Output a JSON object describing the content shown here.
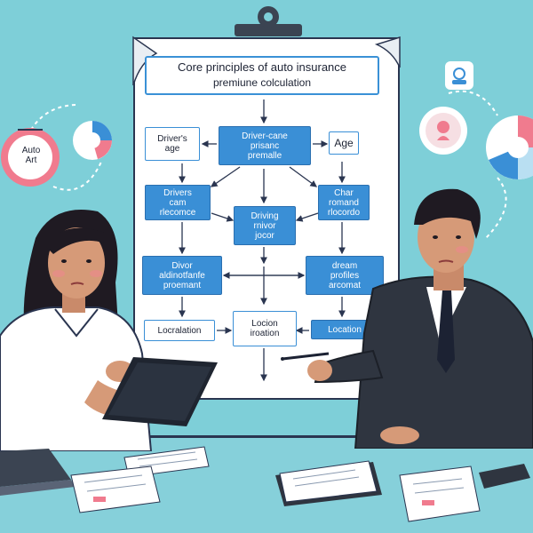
{
  "board": {
    "title_line1": "Core principles  of auto insurance",
    "title_line2": "premiune colculation",
    "boxes": {
      "drivers_age": "Driver's\nage",
      "driver_cane": "Driver-cane\nprisanc\npremalle",
      "age": "Age",
      "drivers_cam": "Drivers\ncam\nrlecomce",
      "char_record": "Char\nromand\nrlocordo",
      "driving_record": "Driving\nrnivor\njocor",
      "driver_adl": "Divor\naldinotfanfe\nproemant",
      "dream_profiles": "dream\nprofiles\narcomat",
      "locralation": "Locralation",
      "location_center": "Locion\niroation",
      "location_right": "Location"
    }
  },
  "badge": {
    "text": "Auto\nArt"
  },
  "colors": {
    "background": "#7ecfd8",
    "box_blue": "#3a8fd6",
    "accent_pink": "#f07b8e",
    "suit": "#2f3540"
  },
  "icons": [
    "clipboard-clip-icon",
    "pie-chart-icon",
    "person-pin-icon",
    "tablet-icon",
    "pen-icon",
    "laptop-icon",
    "phone-icon"
  ]
}
